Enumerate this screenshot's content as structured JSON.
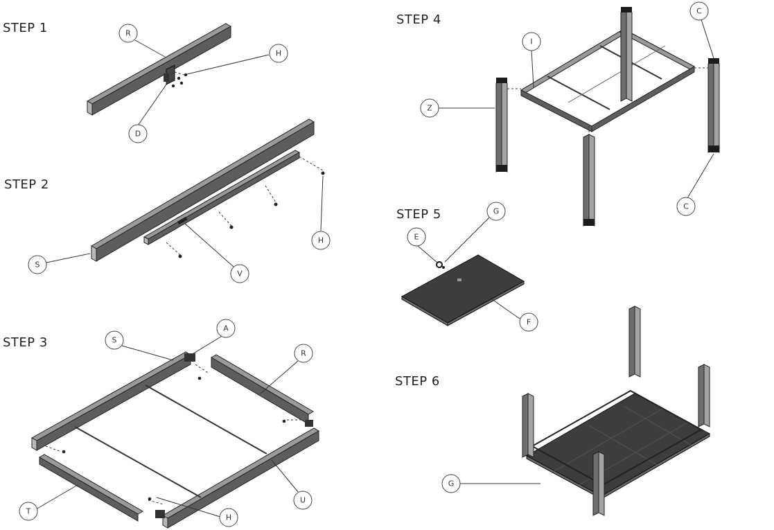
{
  "steps": [
    {
      "title": "STEP 1"
    },
    {
      "title": "STEP 2"
    },
    {
      "title": "STEP 3"
    },
    {
      "title": "STEP 4"
    },
    {
      "title": "STEP 5"
    },
    {
      "title": "STEP 6"
    }
  ],
  "callouts": {
    "step1": [
      "R",
      "H",
      "D"
    ],
    "step2": [
      "S",
      "V",
      "H"
    ],
    "step3": [
      "S",
      "A",
      "R",
      "T",
      "H",
      "U"
    ],
    "step4": [
      "I",
      "C",
      "Z",
      "C"
    ],
    "step5": [
      "E",
      "G",
      "F"
    ],
    "step6": [
      "G"
    ]
  }
}
